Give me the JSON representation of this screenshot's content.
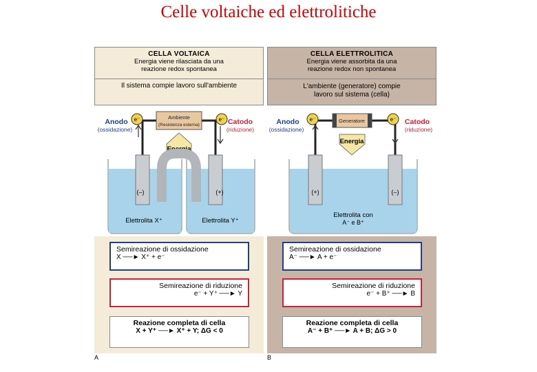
{
  "title": "Celle voltaiche ed elettrolitiche",
  "panelA": {
    "letter": "A",
    "heading": "CELLA VOLTAICA",
    "desc1": "Energia viene rilasciata da una",
    "desc2": "reazione redox spontanea",
    "system": "Il sistema compie lavoro sull'ambiente",
    "device_title": "Ambiente",
    "device_sub": "(Resistenza esterna)",
    "electron": "e⁻",
    "anode": "Anodo",
    "anode_sub": "(ossidazione)",
    "cathode": "Catodo",
    "cathode_sub": "(riduzione)",
    "energy": "Energia",
    "charge_left": "(–)",
    "charge_right": "(+)",
    "electrolyte_left": "Elettrolita  X⁺",
    "electrolyte_right": "Elettrolita  Y⁺",
    "ox_title": "Semireazione di ossidazione",
    "ox_eq": "X  ──►  X⁺ + e⁻",
    "red_title": "Semireazione di riduzione",
    "red_eq": "e⁻ + Y⁺  ──►  Y",
    "full_title": "Reazione completa di cella",
    "full_eq": "X + Y⁺ ──► X⁺ + Y; ΔG < 0"
  },
  "panelB": {
    "letter": "B",
    "heading": "CELLA ELETTROLITICA",
    "desc1": "Energia viene assorbita da una",
    "desc2": "reazione redox non spontanea",
    "system1": "L'ambiente (generatore) compie",
    "system2": "lavoro sul sistema (cella)",
    "device_title": "Generatore",
    "electron": "e⁻",
    "anode": "Anodo",
    "anode_sub": "(ossidazione)",
    "cathode": "Catodo",
    "cathode_sub": "(riduzione)",
    "energy": "Energia",
    "charge_left": "(+)",
    "charge_right": "(–)",
    "electrolyte1": "Elettrolita con",
    "electrolyte2": "A⁻ e B⁺",
    "ox_title": "Semireazione di ossidazione",
    "ox_eq": "A⁻  ──►  A + e⁻",
    "red_title": "Semireazione di riduzione",
    "red_eq": "e⁻ + B⁺  ──►  B",
    "full_title": "Reazione completa di cella",
    "full_eq": "A⁻ + B⁺ ──► A + B; ΔG > 0"
  },
  "colors": {
    "title": "#d40000",
    "anode": "#1e3d8a",
    "cathode": "#c8223a",
    "panelA_bg": "#f4ecd9",
    "panelB_bg": "#c6b4a6",
    "electrolyte": "#a9d3ea"
  }
}
